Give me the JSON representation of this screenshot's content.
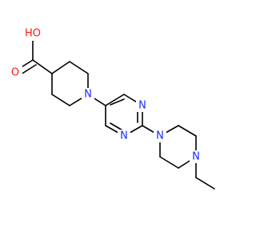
{
  "colors": {
    "bond": "#000000",
    "carbon": "#000000",
    "nitrogen": "#1c2bff",
    "oxygen": "#ff1a1a",
    "background": "#ffffff"
  },
  "atom_labels": {
    "hydroxyl_oxygen": "HO",
    "carbonyl_oxygen": "O",
    "piperidine_nitrogen": "N",
    "pyrimidine_nitrogen_top": "N",
    "pyrimidine_nitrogen_bottom": "N",
    "piperazine_nitrogen_left": "N",
    "piperazine_nitrogen_right": "N"
  }
}
